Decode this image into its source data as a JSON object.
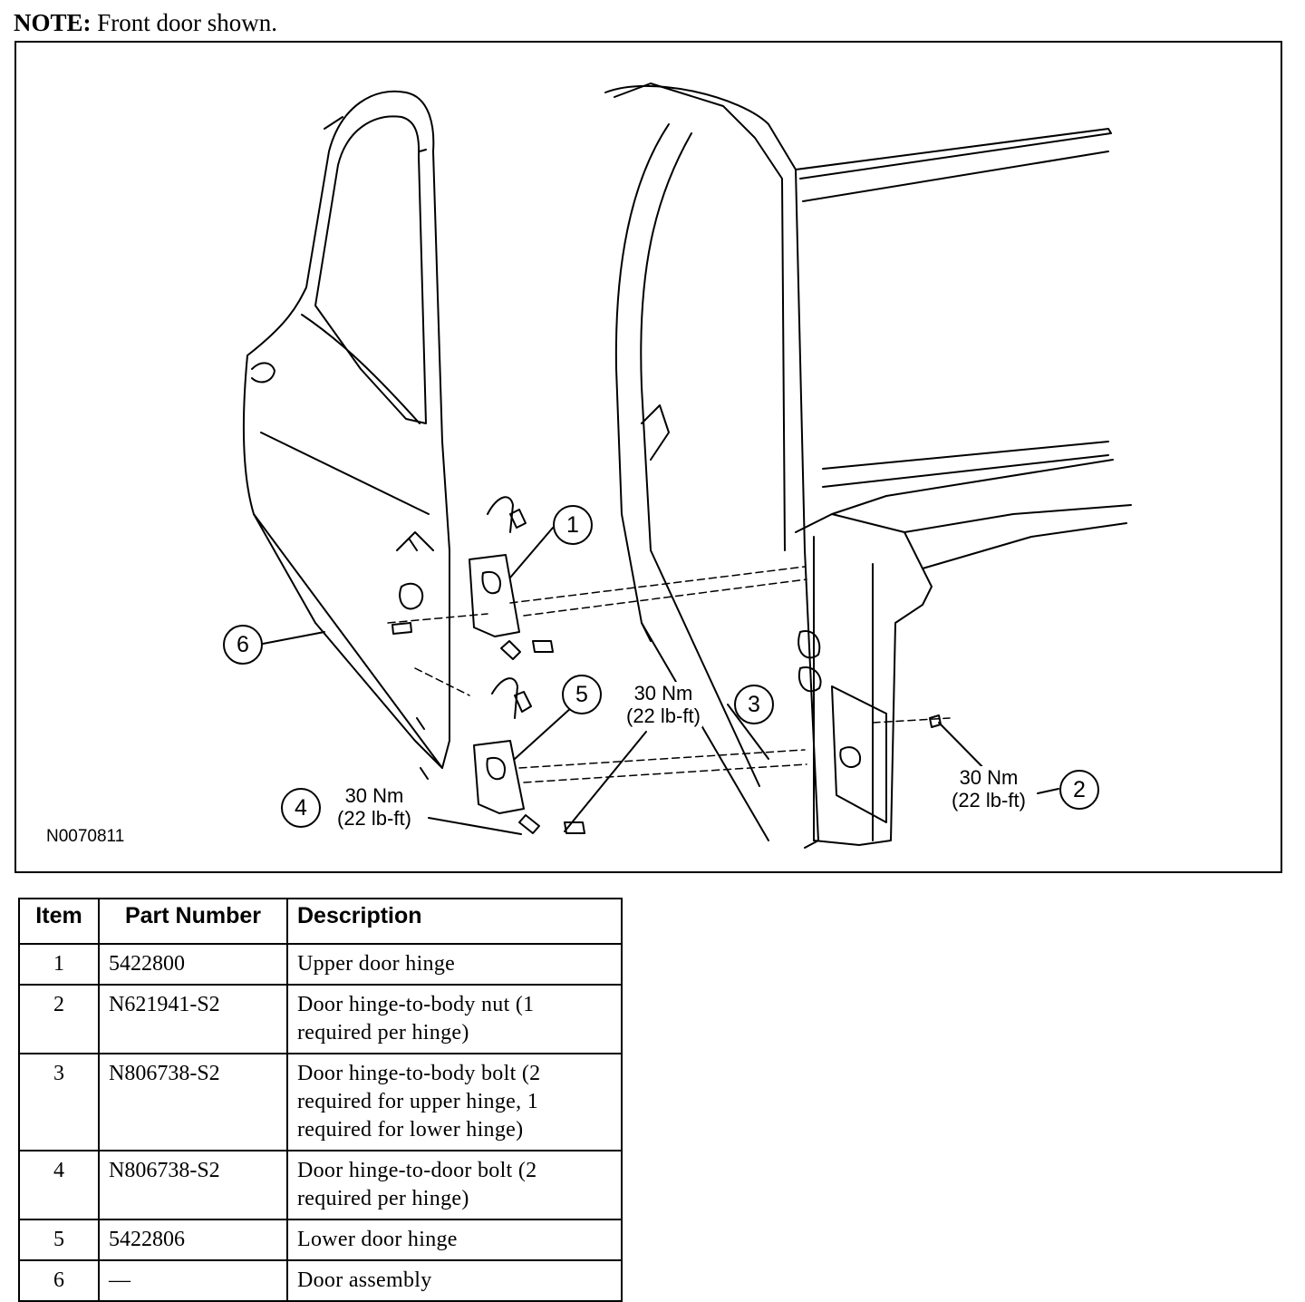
{
  "note": {
    "label": "NOTE:",
    "text": "Front door shown."
  },
  "figure": {
    "id": "N0070811",
    "callouts": [
      "1",
      "2",
      "3",
      "4",
      "5",
      "6"
    ],
    "torque": {
      "c2": {
        "nm": "30 Nm",
        "lbft": "(22 lb-ft)"
      },
      "c3": {
        "nm": "30 Nm",
        "lbft": "(22 lb-ft)"
      },
      "c4": {
        "nm": "30 Nm",
        "lbft": "(22 lb-ft)"
      }
    }
  },
  "table": {
    "headers": [
      "Item",
      "Part Number",
      "Description"
    ],
    "rows": [
      {
        "item": "1",
        "part": "5422800",
        "desc": "Upper door hinge"
      },
      {
        "item": "2",
        "part": "N621941-S2",
        "desc": "Door hinge-to-body nut (1 required per hinge)"
      },
      {
        "item": "3",
        "part": "N806738-S2",
        "desc": "Door hinge-to-body bolt (2 required for upper hinge, 1 required for lower hinge)"
      },
      {
        "item": "4",
        "part": "N806738-S2",
        "desc": "Door hinge-to-door bolt (2 required per hinge)"
      },
      {
        "item": "5",
        "part": "5422806",
        "desc": "Lower door hinge"
      },
      {
        "item": "6",
        "part": "—",
        "desc": "Door assembly"
      }
    ]
  }
}
